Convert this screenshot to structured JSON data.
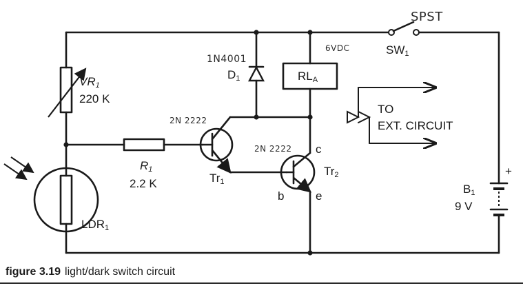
{
  "diagram": {
    "caption": {
      "figure": "figure 3.19",
      "text": "light/dark switch circuit"
    },
    "components": {
      "vr1": {
        "name": "VR",
        "sub": "1",
        "value": "220 K"
      },
      "ldr1": {
        "name": "LDR",
        "sub": "1"
      },
      "r1": {
        "name": "R",
        "sub": "1",
        "value": "2.2 K"
      },
      "d1": {
        "name": "D",
        "sub": "1",
        "part": "1N4001"
      },
      "rla": {
        "name": "RL",
        "sub": "A"
      },
      "tr1": {
        "name": "Tr",
        "sub": "1",
        "part": "2N 2222"
      },
      "tr2": {
        "name": "Tr",
        "sub": "2",
        "part": "2N 2222",
        "c": "c",
        "b": "b",
        "e": "e"
      },
      "sw1": {
        "name": "SW",
        "sub": "1",
        "type": "SPST"
      },
      "b1": {
        "name": "B",
        "sub": "1",
        "value": "9 V",
        "plus": "+"
      },
      "relay_voltage": "6VDC",
      "ext": {
        "line1": "TO",
        "line2": "EXT. CIRCUIT"
      }
    }
  }
}
